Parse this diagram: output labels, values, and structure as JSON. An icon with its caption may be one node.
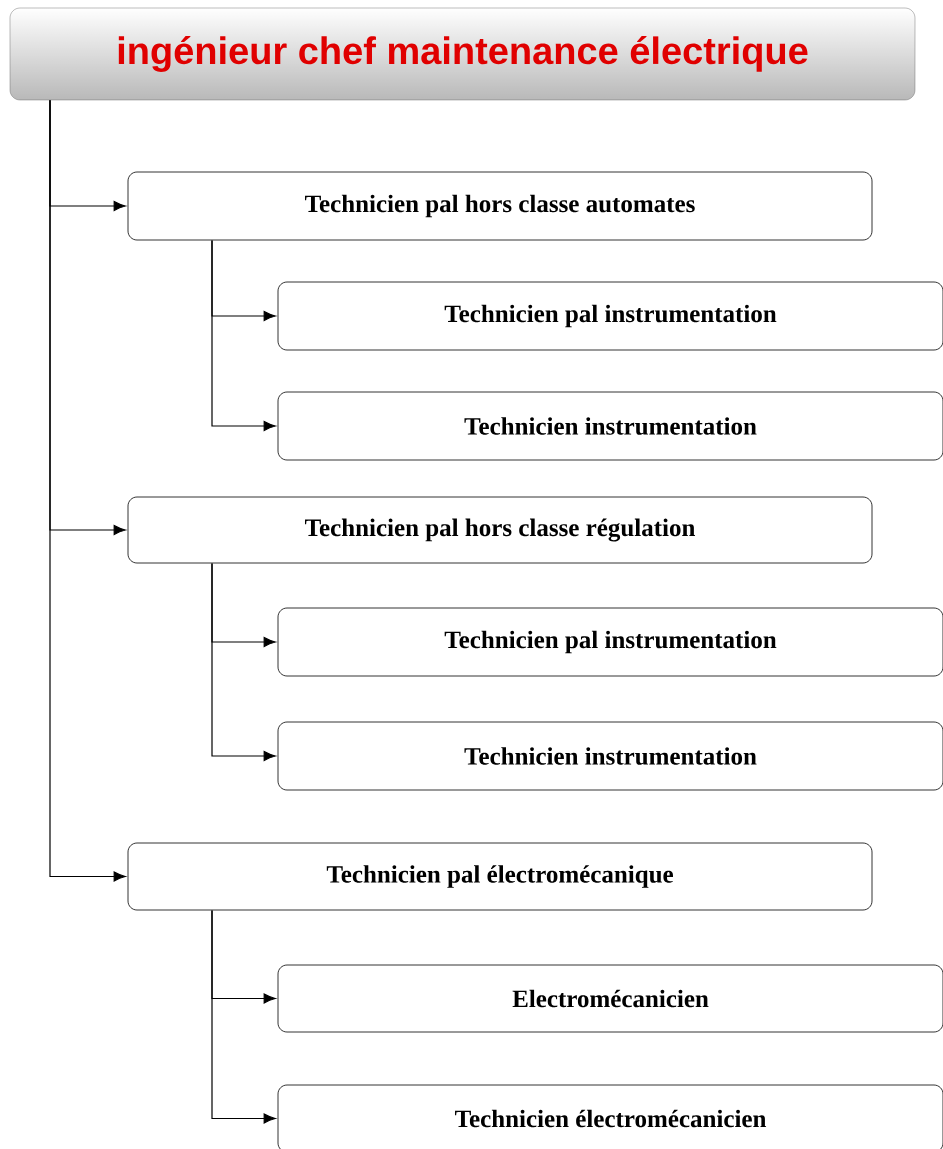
{
  "diagram": {
    "nodes": [
      {
        "text": [
          "ingénieur chef maintenance électrique"
        ]
      },
      {
        "text": [
          "Technicien pal hors classe automates"
        ]
      },
      {
        "text": [
          "Technicien pal instrumentation"
        ]
      },
      {
        "text": [
          "Technicien instrumentation"
        ]
      },
      {
        "text": [
          "Technicien pal hors classe régulation"
        ]
      },
      {
        "text": [
          "Technicien pal instrumentation"
        ]
      },
      {
        "text": [
          "Technicien instrumentation"
        ]
      },
      {
        "text": [
          "Technicien pal électromécanique"
        ]
      },
      {
        "text": [
          "Electromécanicien"
        ]
      },
      {
        "text": [
          "Technicien électromécanicien"
        ]
      }
    ],
    "edges": [
      {
        "from": 0,
        "to": 1,
        "arrow": "to"
      },
      {
        "from": 0,
        "to": 4,
        "arrow": "to"
      },
      {
        "from": 0,
        "to": 7,
        "arrow": "to"
      },
      {
        "from": 1,
        "to": 2,
        "arrow": "to"
      },
      {
        "from": 1,
        "to": 3,
        "arrow": "to"
      },
      {
        "from": 4,
        "to": 5,
        "arrow": "to"
      },
      {
        "from": 4,
        "to": 6,
        "arrow": "to"
      },
      {
        "from": 7,
        "to": 8,
        "arrow": "to"
      },
      {
        "from": 7,
        "to": 9,
        "arrow": "to"
      }
    ]
  }
}
